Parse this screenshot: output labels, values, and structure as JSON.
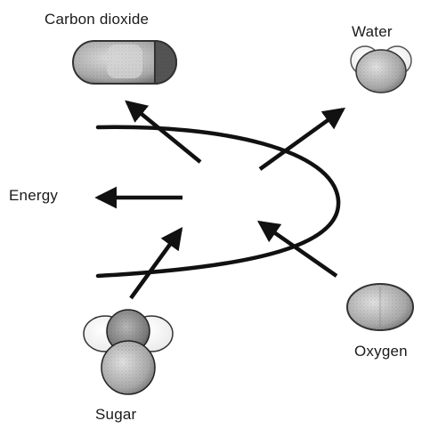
{
  "labels": {
    "carbon_dioxide": "Carbon dioxide",
    "water": "Water",
    "energy": "Energy",
    "oxygen": "Oxygen",
    "sugar": "Sugar"
  },
  "colors": {
    "ink": "#111111",
    "molecule_dark": "#8a8a8a",
    "molecule_light": "#d2d2d2",
    "molecule_white": "#f4f4f4"
  }
}
